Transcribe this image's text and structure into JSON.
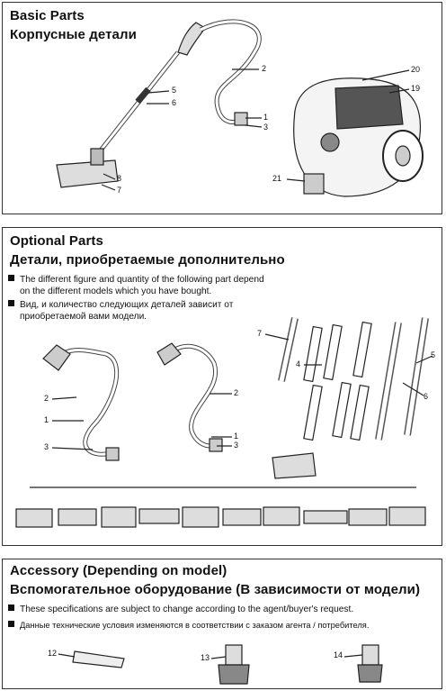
{
  "basic": {
    "title_en": "Basic Parts",
    "title_ru": "Корпусные детали",
    "callouts": [
      "2",
      "5",
      "6",
      "1",
      "3",
      "8",
      "7",
      "20",
      "19",
      "21"
    ]
  },
  "optional": {
    "title_en": "Optional Parts",
    "title_ru": "Детали, приобретаемые дополнительно",
    "bullet_en_1": "The different figure and quantity of the following part depend",
    "bullet_en_2": "on the different models which you have bought.",
    "bullet_ru_1": "Вид, и количество следующих деталей зависит от",
    "bullet_ru_2": "приобретаемой вами модели.",
    "callouts": [
      "7",
      "4",
      "5",
      "6",
      "2",
      "1",
      "3",
      "2",
      "1",
      "3"
    ]
  },
  "accessory": {
    "title_en": "Accessory (Depending on model)",
    "title_ru": "Вспомогательное оборудование (В зависимости от модели)",
    "bullet_en": "These specifications are subject to change according to the agent/buyer's request.",
    "bullet_ru": "Данные технические условия изменяются в соответствии с заказом агента / потребителя.",
    "callouts": [
      "12",
      "13",
      "14"
    ]
  }
}
